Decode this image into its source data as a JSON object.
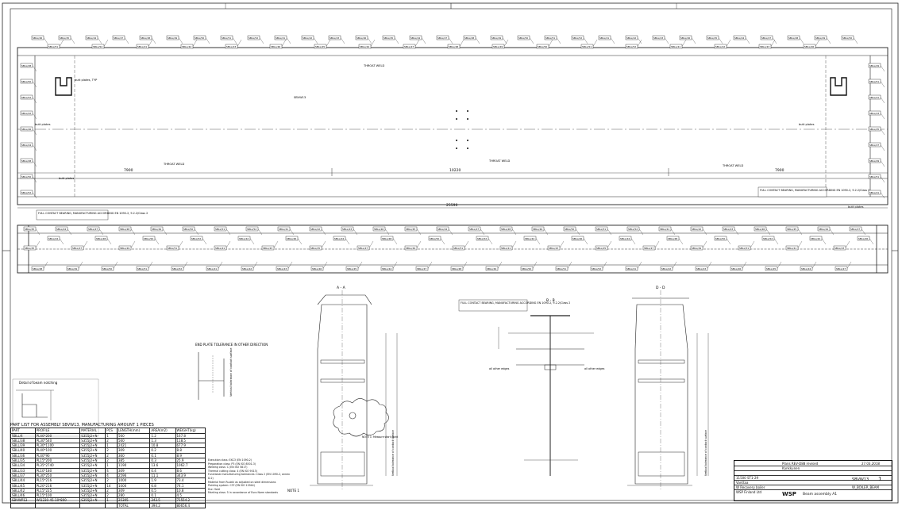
{
  "drawing": {
    "dimensions": {
      "total_length": "25590",
      "left_span": "7900",
      "mid_span": "10220",
      "right_span": "7900"
    },
    "weld_labels": [
      "THROAT WELD",
      "THROAT WELD",
      "THROAT WELD",
      "THROAT WELD"
    ],
    "butt_plates": [
      "butt plates, TYP",
      "butt plates",
      "butt plates",
      "butt plates",
      "butt plates"
    ],
    "bearing_note": "FULL CONTACT BEARING, MANUFACTURING ACCORDING EN 1090-2, 9.2.2/Class 2",
    "part_marks": [
      "SBLL/46",
      "SBLL/45",
      "SBLL/44",
      "SBLL/47",
      "SBLL/48",
      "SBLL/49",
      "SBLL/50",
      "SBLL/51",
      "SBLL/52",
      "SBLL/41",
      "SBLL/42",
      "SBLL/43",
      "SBVW13"
    ],
    "detail_label": "Detail of beam notching",
    "end_plate_note": "END PLATE TOLERANCE IN OTHER DIRECTION",
    "vertical_tolerance": "Vertical tolerance of contact surface",
    "section_labels": [
      "A - A",
      "B - B",
      "D - D"
    ],
    "section_notes": [
      "Vertical tolerance of contact surface",
      "Vertical tolerance of contact surface"
    ],
    "other_edges": [
      "all other edges",
      "all other edges"
    ],
    "note_label": "NOTE 1",
    "note_small": "NOTE 1: Measure start point"
  },
  "part_list": {
    "title": "PART LIST FOR ASSEMBLY SBVW13, MANUFACTURING AMOUNT 1 PIECES",
    "columns": [
      "PART",
      "PROFILE",
      "MATERIAL",
      "PCS",
      "LENGTH(mm)",
      "AREA(m2)",
      "WEIGHT(kg)"
    ],
    "rows": [
      [
        "SBLL/4",
        "PL40*200",
        "S355J2+N",
        "1",
        "560",
        "1.2",
        "167.8"
      ],
      [
        "SBLL/38",
        "PL30*540",
        "S355J2+N",
        "2",
        "560",
        "1.3",
        "118.5"
      ],
      [
        "SBLL/39",
        "PL30*1100",
        "S355J2+N",
        "1",
        "2421",
        "10.8",
        "677.9"
      ],
      [
        "SBLL/40",
        "PL40*100",
        "S355J2+N",
        "2",
        "309",
        "0.2",
        "8.8"
      ],
      [
        "SBLL/36",
        "PL40*90",
        "S355J2+N",
        "2",
        "360",
        "0.1",
        "8.9"
      ],
      [
        "SBLL/35",
        "PL15*200",
        "S355J2+N",
        "2",
        "385",
        "0.3",
        "25.9"
      ],
      [
        "SBLL/34",
        "PL35*2740",
        "S355J2+N",
        "1",
        "1190",
        "13.6",
        "1062.7"
      ],
      [
        "SBLL/33",
        "PL10*180",
        "S355J2+N",
        "4",
        "309",
        "0.4",
        "8.6"
      ],
      [
        "SBLL/37",
        "PL30*250",
        "S355J2+N",
        "4",
        "2596",
        "11.1",
        "343.9"
      ],
      [
        "SBLL/44",
        "PL15*216",
        "S355J2+N",
        "2",
        "1000",
        "1.9",
        "73.4"
      ],
      [
        "SBLL/45",
        "PL20*216",
        "S355J2+N",
        "14",
        "1000",
        "6.8",
        "74.1"
      ],
      [
        "SBLL/42",
        "PL15*225",
        "S355J2+N",
        "2",
        "309",
        "0.5",
        "10.8"
      ],
      [
        "SBLL/46",
        "PL15*100",
        "S355J2+N",
        "2",
        "280",
        "0.1",
        "4.5"
      ],
      [
        "SBVWP13",
        "WI1230-45-10*800",
        "S355J2+N",
        "1",
        "25305",
        "343.5",
        "71554.2"
      ]
    ],
    "total_label": "TOTAL",
    "total_area": "394.2",
    "total_weight": "80656.4"
  },
  "notes": [
    "Execution class: EXC3 (EN 1090-2)",
    "Preparation class: P3 (EN ISO 8501-3)",
    "Welding class: C (EN ISO 5817)",
    "Thermal cutting class: 4 (EN ISO 9013)",
    "Functional manufacturing tolerances: Class 2 (EN 1090-2, annex D.2)",
    "Material from Ruukki as adjusted on steel dimensions",
    "Painting system: C3? (EN ISO 12944)",
    "Dur. Hold",
    "Marking class: 5 in accordance of Euro Norm standards"
  ],
  "title_block": {
    "logo": "WSP",
    "description": "Beam assembly A1",
    "assembly": "SBVW13",
    "page": "1",
    "rows": [
      "Plans REV-D88 revised",
      "Kankkunen",
      "11500 ST1-29",
      "Vanttaa",
      "W Recovery boiler",
      "WSP Finland Ltd"
    ],
    "code": "W_BOILER_BEAM",
    "date": "27.03.2018"
  }
}
